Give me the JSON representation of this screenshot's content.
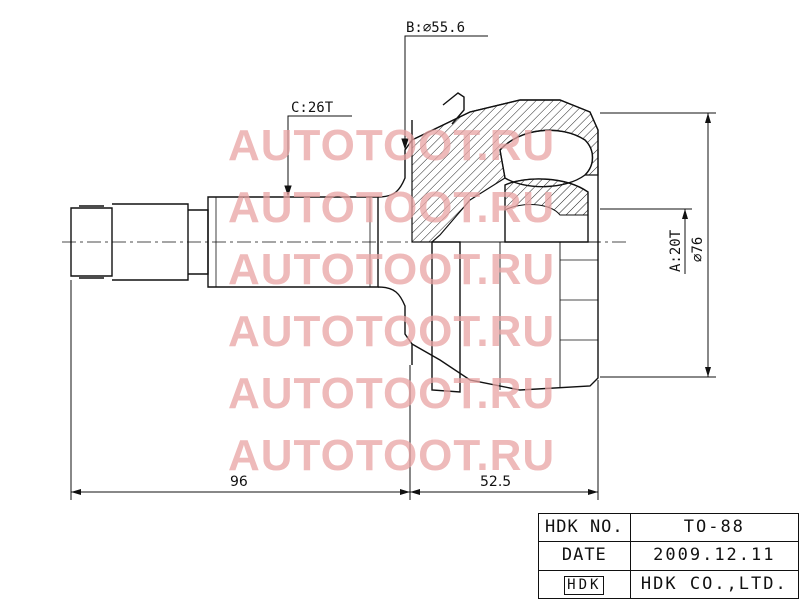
{
  "drawing": {
    "label_b": "B:⌀55.6",
    "label_c": "C:26T",
    "label_a": "A:20T",
    "label_diameter": "⌀76",
    "dim_shaft_length": "96",
    "dim_body_length": "52.5"
  },
  "watermark": {
    "text": "AUTOTOOT.RU",
    "color": "#e9a3a3"
  },
  "title_block": {
    "rows": [
      {
        "key": "HDK NO.",
        "value": "TO-88"
      },
      {
        "key": "DATE",
        "value": "2009.12.11"
      },
      {
        "key": "HDK",
        "value": "HDK CO.,LTD."
      }
    ]
  }
}
